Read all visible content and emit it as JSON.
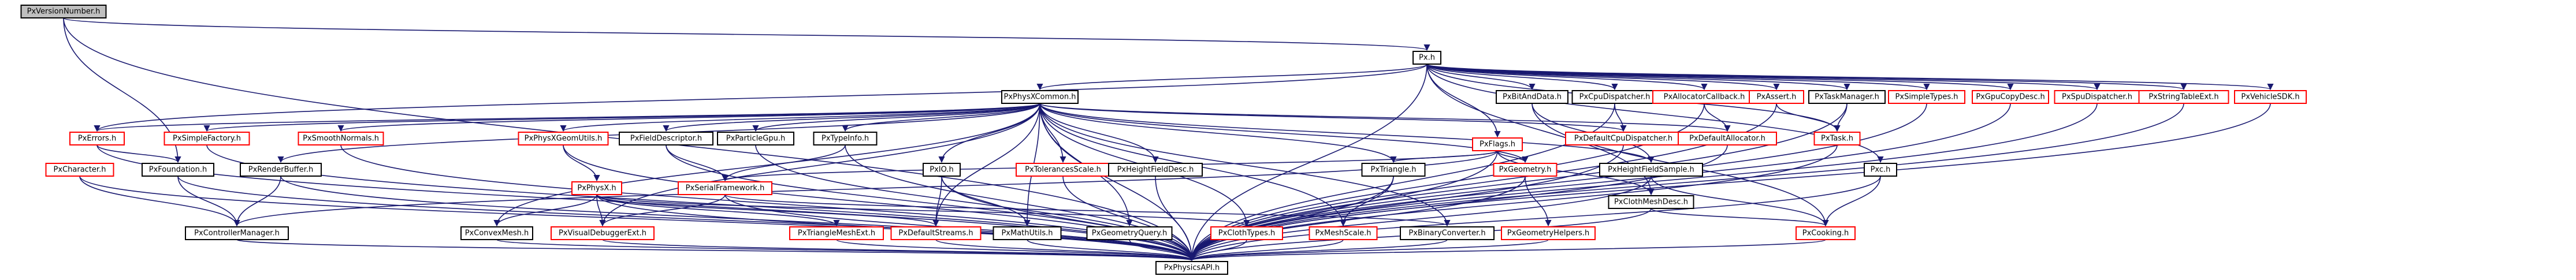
{
  "colors": {
    "edge": "#191970",
    "border_ok": "#000000",
    "border_missing": "#ff0000",
    "root_fill": "#bfbfbf",
    "node_fill": "#ffffff"
  },
  "nodes": [
    {
      "id": "PxVersionNumber",
      "label": "PxVersionNumber.h",
      "kind": "root"
    },
    {
      "id": "Px",
      "label": "Px.h",
      "kind": "normal"
    },
    {
      "id": "PxPhysXCommon",
      "label": "PxPhysXCommon.h",
      "kind": "normal"
    },
    {
      "id": "PxBitAndData",
      "label": "PxBitAndData.h",
      "kind": "normal"
    },
    {
      "id": "PxCpuDispatcher",
      "label": "PxCpuDispatcher.h",
      "kind": "normal"
    },
    {
      "id": "PxAllocatorCallback",
      "label": "PxAllocatorCallback.h",
      "kind": "missing"
    },
    {
      "id": "PxAssert",
      "label": "PxAssert.h",
      "kind": "missing"
    },
    {
      "id": "PxTaskManager",
      "label": "PxTaskManager.h",
      "kind": "normal"
    },
    {
      "id": "PxSimpleTypes",
      "label": "PxSimpleTypes.h",
      "kind": "missing"
    },
    {
      "id": "PxGpuCopyDesc",
      "label": "PxGpuCopyDesc.h",
      "kind": "missing"
    },
    {
      "id": "PxSpuDispatcher",
      "label": "PxSpuDispatcher.h",
      "kind": "missing"
    },
    {
      "id": "PxStringTableExt",
      "label": "PxStringTableExt.h",
      "kind": "missing"
    },
    {
      "id": "PxVehicleSDK",
      "label": "PxVehicleSDK.h",
      "kind": "missing"
    },
    {
      "id": "PxErrors",
      "label": "PxErrors.h",
      "kind": "missing"
    },
    {
      "id": "PxSimpleFactory",
      "label": "PxSimpleFactory.h",
      "kind": "missing"
    },
    {
      "id": "PxFoundation",
      "label": "PxFoundation.h",
      "kind": "normal"
    },
    {
      "id": "PxCharacter",
      "label": "PxCharacter.h",
      "kind": "missing"
    },
    {
      "id": "PxSmoothNormals",
      "label": "PxSmoothNormals.h",
      "kind": "missing"
    },
    {
      "id": "PxRenderBuffer",
      "label": "PxRenderBuffer.h",
      "kind": "normal"
    },
    {
      "id": "PxPhysXGeomUtils",
      "label": "PxPhysXGeomUtils.h",
      "kind": "missing"
    },
    {
      "id": "PxFieldDescriptor",
      "label": "PxFieldDescriptor.h",
      "kind": "normal"
    },
    {
      "id": "PxParticleGpu",
      "label": "PxParticleGpu.h",
      "kind": "normal"
    },
    {
      "id": "PxTypeInfo",
      "label": "PxTypeInfo.h",
      "kind": "normal"
    },
    {
      "id": "PxPhysX",
      "label": "PxPhysX.h",
      "kind": "missing"
    },
    {
      "id": "PxSerialFramework",
      "label": "PxSerialFramework.h",
      "kind": "missing"
    },
    {
      "id": "PxIO",
      "label": "PxIO.h",
      "kind": "normal"
    },
    {
      "id": "PxTolerancesScale",
      "label": "PxTolerancesScale.h",
      "kind": "missing"
    },
    {
      "id": "PxHeightFieldDesc",
      "label": "PxHeightFieldDesc.h",
      "kind": "normal"
    },
    {
      "id": "PxFlags",
      "label": "PxFlags.h",
      "kind": "missing"
    },
    {
      "id": "PxTriangle",
      "label": "PxTriangle.h",
      "kind": "normal"
    },
    {
      "id": "PxGeometry",
      "label": "PxGeometry.h",
      "kind": "missing"
    },
    {
      "id": "PxHeightFieldSample",
      "label": "PxHeightFieldSample.h",
      "kind": "normal"
    },
    {
      "id": "PxDefaultCpuDispatcher",
      "label": "PxDefaultCpuDispatcher.h",
      "kind": "missing"
    },
    {
      "id": "PxDefaultAllocator",
      "label": "PxDefaultAllocator.h",
      "kind": "missing"
    },
    {
      "id": "PxTask",
      "label": "PxTask.h",
      "kind": "missing"
    },
    {
      "id": "Pxc",
      "label": "Pxc.h",
      "kind": "normal"
    },
    {
      "id": "PxClothMeshDesc",
      "label": "PxClothMeshDesc.h",
      "kind": "normal"
    },
    {
      "id": "PxControllerManager",
      "label": "PxControllerManager.h",
      "kind": "normal"
    },
    {
      "id": "PxConvexMesh",
      "label": "PxConvexMesh.h",
      "kind": "normal"
    },
    {
      "id": "PxVisualDebuggerExt",
      "label": "PxVisualDebuggerExt.h",
      "kind": "missing"
    },
    {
      "id": "PxTriangleMeshExt",
      "label": "PxTriangleMeshExt.h",
      "kind": "missing"
    },
    {
      "id": "PxDefaultStreams",
      "label": "PxDefaultStreams.h",
      "kind": "missing"
    },
    {
      "id": "PxMathUtils",
      "label": "PxMathUtils.h",
      "kind": "normal"
    },
    {
      "id": "PxGeometryQuery",
      "label": "PxGeometryQuery.h",
      "kind": "normal"
    },
    {
      "id": "PxClothTypes",
      "label": "PxClothTypes.h",
      "kind": "missing"
    },
    {
      "id": "PxMeshScale",
      "label": "PxMeshScale.h",
      "kind": "missing"
    },
    {
      "id": "PxBinaryConverter",
      "label": "PxBinaryConverter.h",
      "kind": "normal"
    },
    {
      "id": "PxGeometryHelpers",
      "label": "PxGeometryHelpers.h",
      "kind": "missing"
    },
    {
      "id": "PxCooking",
      "label": "PxCooking.h",
      "kind": "missing"
    },
    {
      "id": "PxPhysicsAPI",
      "label": "PxPhysicsAPI.h",
      "kind": "normal"
    }
  ],
  "edges": [
    [
      "PxVersionNumber",
      "Px"
    ],
    [
      "PxVersionNumber",
      "PxFoundation"
    ],
    [
      "PxVersionNumber",
      "PxPhysicsAPI"
    ],
    [
      "Px",
      "PxPhysXCommon"
    ],
    [
      "Px",
      "PxBitAndData"
    ],
    [
      "Px",
      "PxCpuDispatcher"
    ],
    [
      "Px",
      "PxAllocatorCallback"
    ],
    [
      "Px",
      "PxAssert"
    ],
    [
      "Px",
      "PxTaskManager"
    ],
    [
      "Px",
      "PxSimpleTypes"
    ],
    [
      "Px",
      "PxGpuCopyDesc"
    ],
    [
      "Px",
      "PxSpuDispatcher"
    ],
    [
      "Px",
      "PxStringTableExt"
    ],
    [
      "Px",
      "PxVehicleSDK"
    ],
    [
      "Px",
      "PxErrors"
    ],
    [
      "Px",
      "PxFlags"
    ],
    [
      "Px",
      "Pxc"
    ],
    [
      "Px",
      "PxClothMeshDesc"
    ],
    [
      "Px",
      "PxTask"
    ],
    [
      "Px",
      "PxPhysicsAPI"
    ],
    [
      "PxPhysXCommon",
      "PxErrors"
    ],
    [
      "PxPhysXCommon",
      "PxSimpleFactory"
    ],
    [
      "PxPhysXCommon",
      "PxSmoothNormals"
    ],
    [
      "PxPhysXCommon",
      "PxRenderBuffer"
    ],
    [
      "PxPhysXCommon",
      "PxPhysXGeomUtils"
    ],
    [
      "PxPhysXCommon",
      "PxFieldDescriptor"
    ],
    [
      "PxPhysXCommon",
      "PxParticleGpu"
    ],
    [
      "PxPhysXCommon",
      "PxTypeInfo"
    ],
    [
      "PxPhysXCommon",
      "PxIO"
    ],
    [
      "PxPhysXCommon",
      "PxTolerancesScale"
    ],
    [
      "PxPhysXCommon",
      "PxHeightFieldDesc"
    ],
    [
      "PxPhysXCommon",
      "PxTriangle"
    ],
    [
      "PxPhysXCommon",
      "PxHeightFieldSample"
    ],
    [
      "PxPhysXCommon",
      "PxDefaultCpuDispatcher"
    ],
    [
      "PxPhysXCommon",
      "PxGeometry"
    ],
    [
      "PxPhysXCommon",
      "PxConvexMesh"
    ],
    [
      "PxPhysXCommon",
      "PxVisualDebuggerExt"
    ],
    [
      "PxPhysXCommon",
      "PxDefaultStreams"
    ],
    [
      "PxPhysXCommon",
      "PxMathUtils"
    ],
    [
      "PxPhysXCommon",
      "PxGeometryQuery"
    ],
    [
      "PxPhysXCommon",
      "PxClothTypes"
    ],
    [
      "PxPhysXCommon",
      "PxMeshScale"
    ],
    [
      "PxPhysXCommon",
      "PxBinaryConverter"
    ],
    [
      "PxPhysXCommon",
      "PxDefaultAllocator"
    ],
    [
      "PxPhysXCommon",
      "PxPhysicsAPI"
    ],
    [
      "PxBitAndData",
      "PxHeightFieldSample"
    ],
    [
      "PxBitAndData",
      "PxCooking"
    ],
    [
      "PxCpuDispatcher",
      "PxDefaultCpuDispatcher"
    ],
    [
      "PxCpuDispatcher",
      "PxPhysicsAPI"
    ],
    [
      "PxAllocatorCallback",
      "PxDefaultAllocator"
    ],
    [
      "PxAllocatorCallback",
      "PxPhysicsAPI"
    ],
    [
      "PxAssert",
      "PxTask"
    ],
    [
      "PxAssert",
      "PxPhysicsAPI"
    ],
    [
      "PxTaskManager",
      "PxTask"
    ],
    [
      "PxTaskManager",
      "PxPhysicsAPI"
    ],
    [
      "PxSimpleTypes",
      "PxPhysicsAPI"
    ],
    [
      "PxGpuCopyDesc",
      "PxPhysicsAPI"
    ],
    [
      "PxSpuDispatcher",
      "PxPhysicsAPI"
    ],
    [
      "PxStringTableExt",
      "PxPhysicsAPI"
    ],
    [
      "PxVehicleSDK",
      "PxPhysicsAPI"
    ],
    [
      "PxErrors",
      "PxFoundation"
    ],
    [
      "PxErrors",
      "PxPhysicsAPI"
    ],
    [
      "PxSimpleFactory",
      "PxPhysicsAPI"
    ],
    [
      "PxFoundation",
      "PxControllerManager"
    ],
    [
      "PxFoundation",
      "PxPhysicsAPI"
    ],
    [
      "PxCharacter",
      "PxControllerManager"
    ],
    [
      "PxCharacter",
      "PxPhysicsAPI"
    ],
    [
      "PxSmoothNormals",
      "PxPhysicsAPI"
    ],
    [
      "PxRenderBuffer",
      "PxControllerManager"
    ],
    [
      "PxRenderBuffer",
      "PxPhysicsAPI"
    ],
    [
      "PxPhysXGeomUtils",
      "PxPhysX"
    ],
    [
      "PxPhysXGeomUtils",
      "PxPhysicsAPI"
    ],
    [
      "PxFieldDescriptor",
      "PxSerialFramework"
    ],
    [
      "PxFieldDescriptor",
      "PxPhysicsAPI"
    ],
    [
      "PxParticleGpu",
      "PxPhysicsAPI"
    ],
    [
      "PxTypeInfo",
      "PxSerialFramework"
    ],
    [
      "PxTypeInfo",
      "PxPhysicsAPI"
    ],
    [
      "PxPhysX",
      "PxConvexMesh"
    ],
    [
      "PxPhysX",
      "PxVisualDebuggerExt"
    ],
    [
      "PxPhysX",
      "PxTriangleMeshExt"
    ],
    [
      "PxPhysX",
      "PxDefaultStreams"
    ],
    [
      "PxPhysX",
      "PxClothTypes"
    ],
    [
      "PxPhysX",
      "PxPhysicsAPI"
    ],
    [
      "PxSerialFramework",
      "PxVisualDebuggerExt"
    ],
    [
      "PxSerialFramework",
      "PxBinaryConverter"
    ],
    [
      "PxSerialFramework",
      "PxPhysicsAPI"
    ],
    [
      "PxIO",
      "PxDefaultStreams"
    ],
    [
      "PxIO",
      "PxMathUtils"
    ],
    [
      "PxIO",
      "PxPhysicsAPI"
    ],
    [
      "PxTolerancesScale",
      "PxPhysicsAPI"
    ],
    [
      "PxHeightFieldDesc",
      "PxPhysicsAPI"
    ],
    [
      "PxFlags",
      "PxSerialFramework"
    ],
    [
      "PxFlags",
      "PxTriangle"
    ],
    [
      "PxFlags",
      "PxGeometry"
    ],
    [
      "PxFlags",
      "PxClothMeshDesc"
    ],
    [
      "PxFlags",
      "PxControllerManager"
    ],
    [
      "PxFlags",
      "PxPhysicsAPI"
    ],
    [
      "PxTriangle",
      "PxMeshScale"
    ],
    [
      "PxTriangle",
      "PxPhysicsAPI"
    ],
    [
      "PxGeometry",
      "PxGeometryHelpers"
    ],
    [
      "PxGeometry",
      "PxPhysicsAPI"
    ],
    [
      "PxHeightFieldSample",
      "PxCooking"
    ],
    [
      "PxHeightFieldSample",
      "PxPhysicsAPI"
    ],
    [
      "PxDefaultCpuDispatcher",
      "PxPhysicsAPI"
    ],
    [
      "PxDefaultAllocator",
      "PxPhysicsAPI"
    ],
    [
      "PxTask",
      "PxPhysicsAPI"
    ],
    [
      "Pxc",
      "PxCooking"
    ],
    [
      "Pxc",
      "PxPhysicsAPI"
    ],
    [
      "PxClothMeshDesc",
      "PxCooking"
    ],
    [
      "PxClothMeshDesc",
      "PxPhysicsAPI"
    ],
    [
      "PxControllerManager",
      "PxPhysicsAPI"
    ],
    [
      "PxConvexMesh",
      "PxPhysicsAPI"
    ],
    [
      "PxVisualDebuggerExt",
      "PxPhysicsAPI"
    ],
    [
      "PxTriangleMeshExt",
      "PxPhysicsAPI"
    ],
    [
      "PxDefaultStreams",
      "PxPhysicsAPI"
    ],
    [
      "PxMathUtils",
      "PxPhysicsAPI"
    ],
    [
      "PxGeometryQuery",
      "PxPhysicsAPI"
    ],
    [
      "PxClothTypes",
      "PxPhysicsAPI"
    ],
    [
      "PxMeshScale",
      "PxPhysicsAPI"
    ],
    [
      "PxBinaryConverter",
      "PxPhysicsAPI"
    ],
    [
      "PxGeometryHelpers",
      "PxPhysicsAPI"
    ],
    [
      "PxCooking",
      "PxPhysicsAPI"
    ]
  ]
}
